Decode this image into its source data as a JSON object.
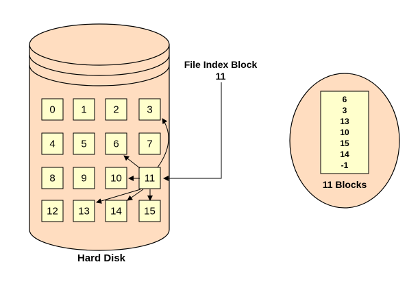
{
  "disk": {
    "label": "Hard Disk",
    "fill": "#FFDDC0",
    "block_fill": "#FFFFCC",
    "blocks": [
      "0",
      "1",
      "2",
      "3",
      "4",
      "5",
      "6",
      "7",
      "8",
      "9",
      "10",
      "11",
      "12",
      "13",
      "14",
      "15"
    ]
  },
  "index_block": {
    "title_line1": "File Index Block",
    "title_line2": "11",
    "entries": [
      "6",
      "3",
      "13",
      "10",
      "15",
      "14",
      "-1"
    ],
    "caption": "11 Blocks",
    "oval_fill": "#FFDDC0",
    "list_fill": "#FFFFCC"
  }
}
